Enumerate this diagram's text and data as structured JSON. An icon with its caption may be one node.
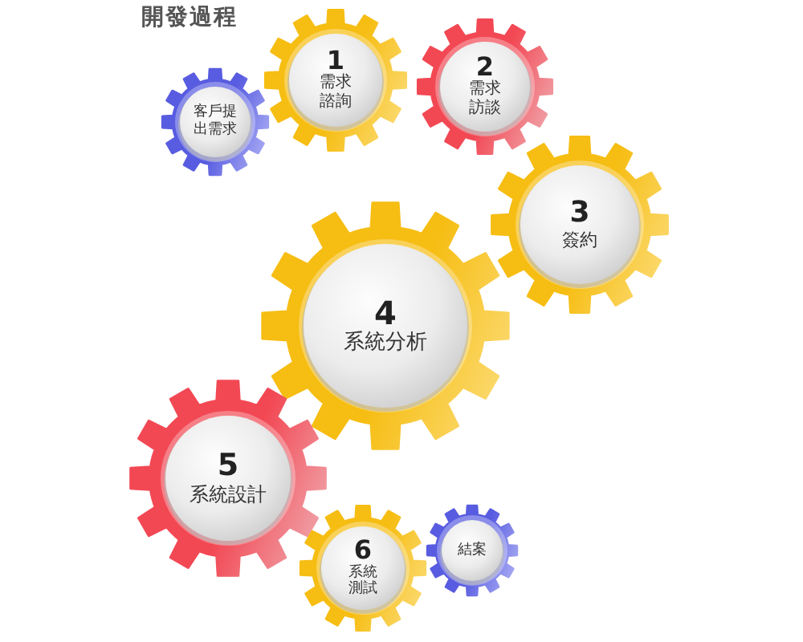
{
  "diagram": {
    "title": "開發過程",
    "nodes": [
      {
        "text": [
          "客戶提出需求"
        ]
      },
      {
        "text": [
          "1",
          "需求諮詢"
        ]
      },
      {
        "text": [
          "2",
          "需求訪談"
        ]
      },
      {
        "text": [
          "3",
          "簽約"
        ]
      },
      {
        "text": [
          "4",
          "系統分析"
        ]
      },
      {
        "text": [
          "5",
          "系統設計"
        ]
      },
      {
        "text": [
          "6",
          "系統測試"
        ]
      },
      {
        "text": [
          "結案"
        ]
      }
    ]
  }
}
